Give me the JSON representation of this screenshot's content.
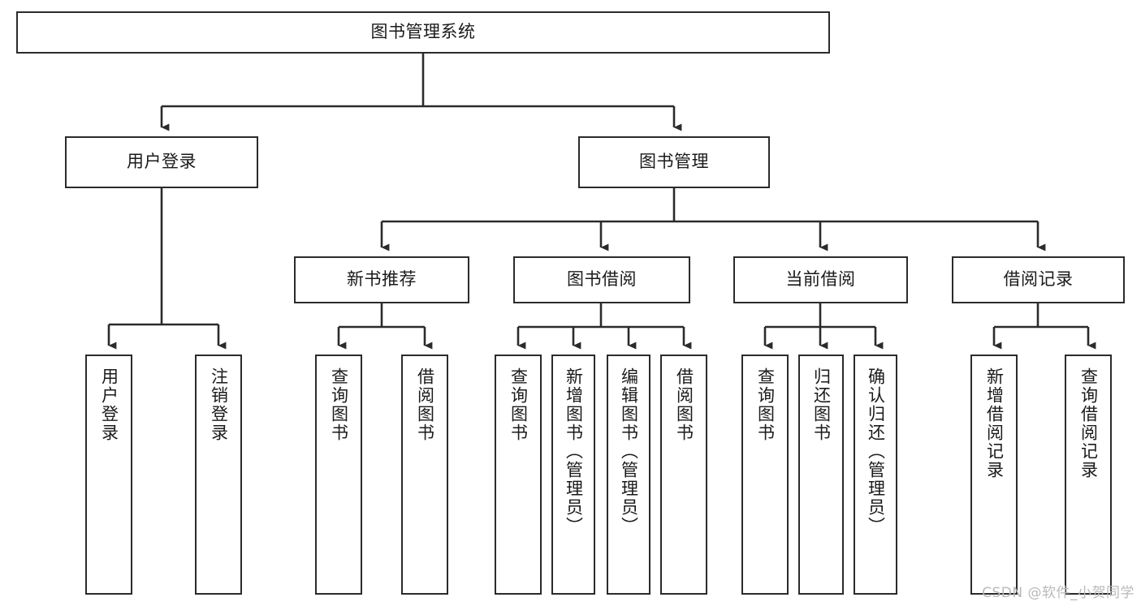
{
  "diagram": {
    "type": "hierarchy-flowchart",
    "title": "图书管理系统",
    "watermark": "CSDN @软件_小贺同学",
    "colors": {
      "box_border": "#2b2b2b",
      "box_fill": "#ffffff",
      "connector": "#2b2b2b",
      "text": "#1a1a1a",
      "watermark": "#b9b9b9",
      "background": "#ffffff"
    },
    "levels": {
      "root": "图书管理系统",
      "level2": [
        "用户登录",
        "图书管理"
      ],
      "level3": [
        "新书推荐",
        "图书借阅",
        "当前借阅",
        "借阅记录"
      ]
    },
    "nodes": {
      "root": {
        "label": "图书管理系统"
      },
      "user_login": {
        "label": "用户登录"
      },
      "book_manage": {
        "label": "图书管理"
      },
      "new_book_rec": {
        "label": "新书推荐"
      },
      "book_borrow": {
        "label": "图书借阅"
      },
      "current_borrow": {
        "label": "当前借阅"
      },
      "borrow_record": {
        "label": "借阅记录"
      },
      "leaf_user_login": {
        "label": "用户登录"
      },
      "leaf_logout": {
        "label": "注销登录"
      },
      "leaf_query_book_1": {
        "label": "查询图书"
      },
      "leaf_borrow_book_1": {
        "label": "借阅图书"
      },
      "leaf_query_book_2": {
        "label": "查询图书"
      },
      "leaf_add_book": {
        "label": "新增图书（管理员）"
      },
      "leaf_edit_book": {
        "label": "编辑图书（管理员）"
      },
      "leaf_borrow_book_2": {
        "label": "借阅图书"
      },
      "leaf_query_book_3": {
        "label": "查询图书"
      },
      "leaf_return_book": {
        "label": "归还图书"
      },
      "leaf_confirm_return": {
        "label": "确认归还（管理员）"
      },
      "leaf_add_record": {
        "label": "新增借阅记录"
      },
      "leaf_query_record": {
        "label": "查询借阅记录"
      }
    },
    "edges": [
      {
        "from": "root",
        "to": "user_login"
      },
      {
        "from": "root",
        "to": "book_manage"
      },
      {
        "from": "user_login",
        "to": "leaf_user_login"
      },
      {
        "from": "user_login",
        "to": "leaf_logout"
      },
      {
        "from": "book_manage",
        "to": "new_book_rec"
      },
      {
        "from": "book_manage",
        "to": "book_borrow"
      },
      {
        "from": "book_manage",
        "to": "current_borrow"
      },
      {
        "from": "book_manage",
        "to": "borrow_record"
      },
      {
        "from": "new_book_rec",
        "to": "leaf_query_book_1"
      },
      {
        "from": "new_book_rec",
        "to": "leaf_borrow_book_1"
      },
      {
        "from": "book_borrow",
        "to": "leaf_query_book_2"
      },
      {
        "from": "book_borrow",
        "to": "leaf_add_book"
      },
      {
        "from": "book_borrow",
        "to": "leaf_edit_book"
      },
      {
        "from": "book_borrow",
        "to": "leaf_borrow_book_2"
      },
      {
        "from": "current_borrow",
        "to": "leaf_query_book_3"
      },
      {
        "from": "current_borrow",
        "to": "leaf_return_book"
      },
      {
        "from": "current_borrow",
        "to": "leaf_confirm_return"
      },
      {
        "from": "borrow_record",
        "to": "leaf_add_record"
      },
      {
        "from": "borrow_record",
        "to": "leaf_query_record"
      }
    ]
  }
}
